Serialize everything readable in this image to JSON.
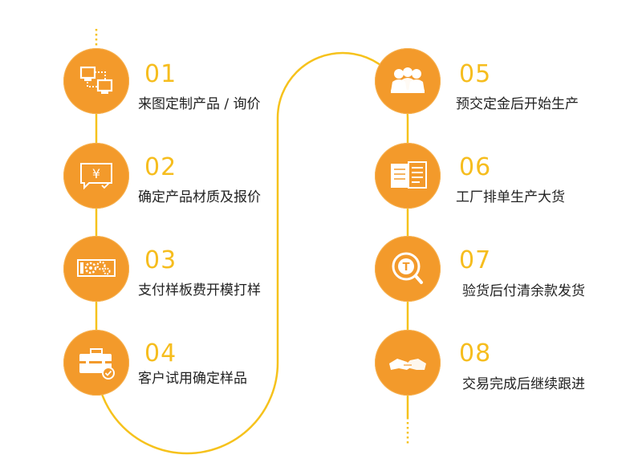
{
  "steps": [
    {
      "num": "01",
      "label": "来图定制产品 / 询价",
      "icon": "computers-network-icon"
    },
    {
      "num": "02",
      "label": "确定产品材质及报价",
      "icon": "price-board-icon"
    },
    {
      "num": "03",
      "label": "支付样板费开模打样",
      "icon": "gears-icon"
    },
    {
      "num": "04",
      "label": "客户试用确定样品",
      "icon": "briefcase-check-icon"
    },
    {
      "num": "05",
      "label": "预交定金后开始生产",
      "icon": "people-meeting-icon"
    },
    {
      "num": "06",
      "label": "工厂排单生产大货",
      "icon": "document-list-icon"
    },
    {
      "num": "07",
      "label": "验货后付清余款发货",
      "icon": "magnifier-icon"
    },
    {
      "num": "08",
      "label": "交易完成后继续跟进",
      "icon": "handshake-icon"
    }
  ],
  "colors": {
    "circle": "#f39a2b",
    "number": "#f6bd1e",
    "connector": "#f6c21c",
    "text": "#222222"
  }
}
